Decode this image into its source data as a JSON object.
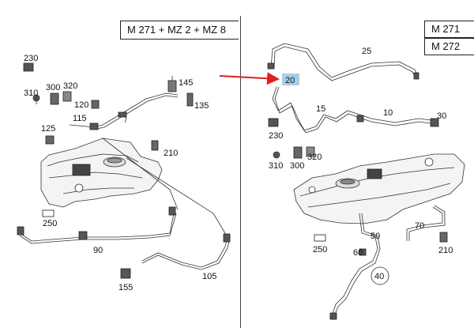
{
  "header": {
    "left_title": "M 271 + MZ 2 + MZ 8",
    "right_models": [
      "M 271",
      "M 272"
    ]
  },
  "left_labels": {
    "l230": "230",
    "l310": "310",
    "l300": "300",
    "l320": "320",
    "l120": "120",
    "l145": "145",
    "l135": "135",
    "l115": "115",
    "l125": "125",
    "l210": "210",
    "l250": "250",
    "l90": "90",
    "l105": "105",
    "l155": "155"
  },
  "right_labels": {
    "r25": "25",
    "r20": "20",
    "r15": "15",
    "r10": "10",
    "r30": "30",
    "r230": "230",
    "r310": "310",
    "r300": "300",
    "r320": "320",
    "r250": "250",
    "r50": "50",
    "r60": "60",
    "r40": "40",
    "r70": "70",
    "r210": "210"
  },
  "colors": {
    "arrow": "#e0201f",
    "highlight": "#a9cfe6",
    "line": "#333333"
  }
}
